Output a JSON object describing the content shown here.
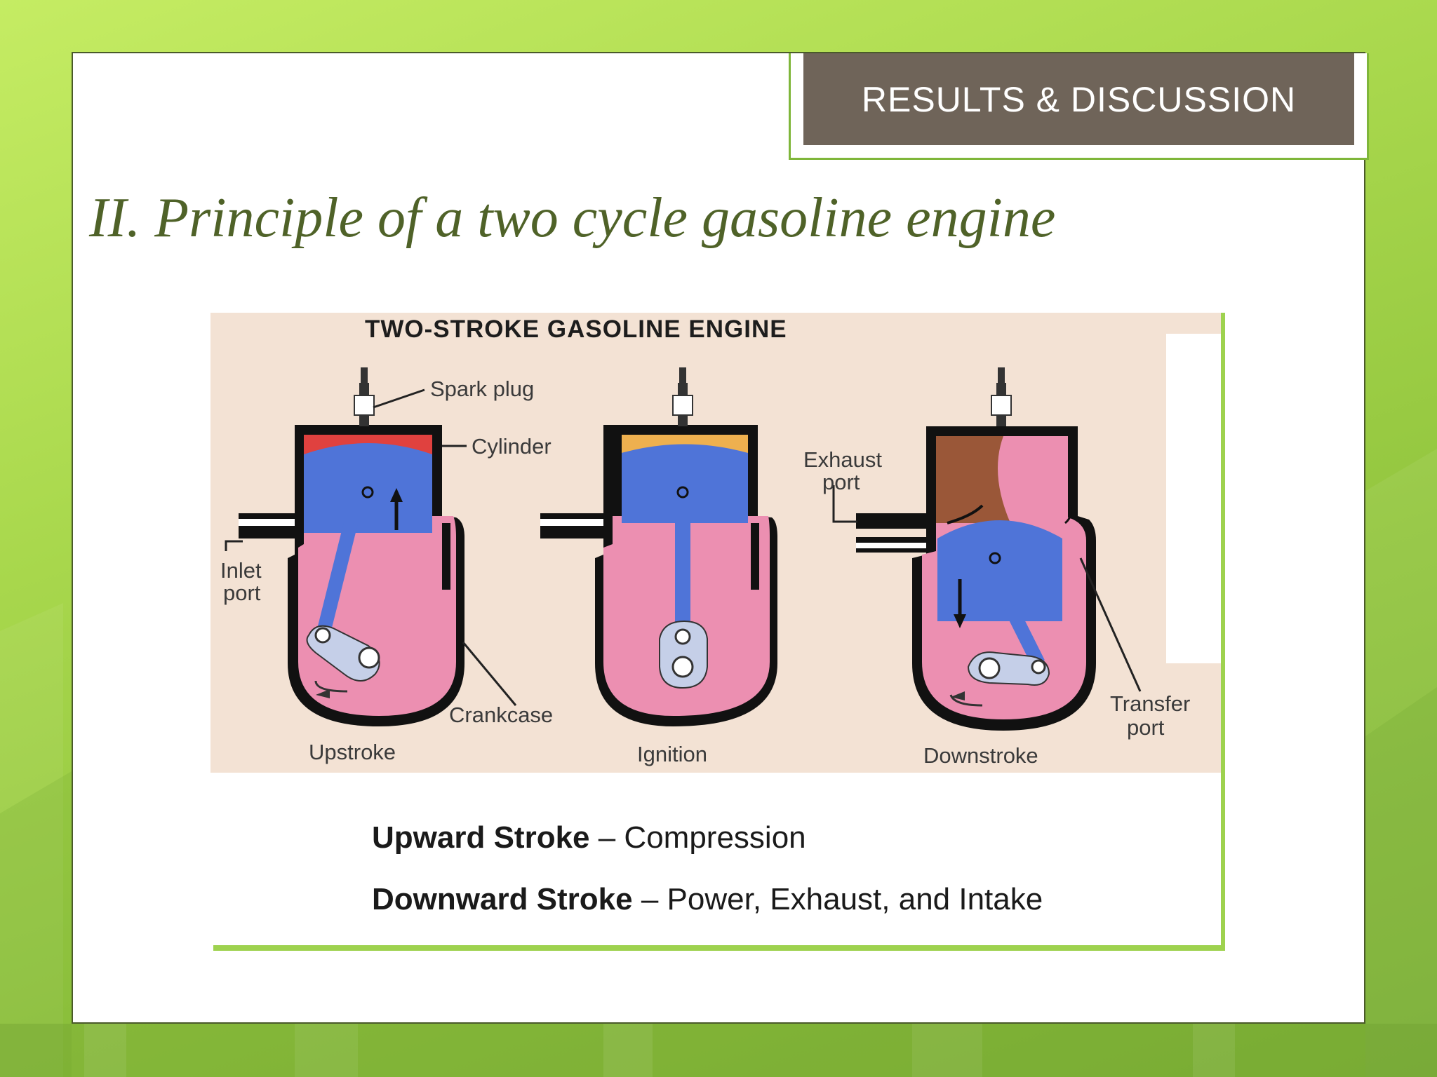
{
  "header": {
    "section_label": "RESULTS & DISCUSSION"
  },
  "title": "II. Principle of a two cycle gasoline engine",
  "figure": {
    "title": "TWO-STROKE GASOLINE ENGINE",
    "labels": {
      "spark_plug": "Spark plug",
      "cylinder": "Cylinder",
      "exhaust_port_1": "Exhaust",
      "exhaust_port_2": "port",
      "inlet_port_1": "Inlet",
      "inlet_port_2": "port",
      "crankcase": "Crankcase",
      "transfer_port_1": "Transfer",
      "transfer_port_2": "port"
    },
    "stages": [
      "Upstroke",
      "Ignition",
      "Downstroke"
    ],
    "colors": {
      "background": "#f3e2d4",
      "crankcase": "#ec8fb1",
      "piston": "#4f74d8",
      "compressed_charge": "#e0413f",
      "ignition_charge": "#eeb04f",
      "exhaust_gas": "#9a5738",
      "crank": "#c5cfe8"
    }
  },
  "caption": {
    "line1_bold": "Upward Stroke",
    "line1_rest": " – Compression",
    "line2_bold": "Downward Stroke",
    "line2_rest": " – Power, Exhaust, and Intake"
  }
}
